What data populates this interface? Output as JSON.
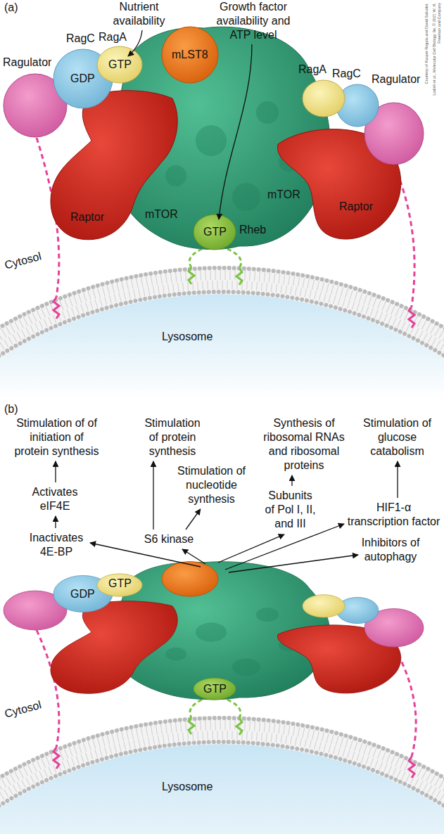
{
  "diagram": {
    "nodes": [
      {
        "text": [
          "Stimulation of of initiation of protein synthesis"
        ]
      },
      {
        "text": [
          "Stimulation of protein synthesis"
        ]
      },
      {
        "text": [
          "Synthesis of ribosomal RNAs and ribosomal proteins"
        ]
      },
      {
        "text": [
          "Stimulation of glucose catabolism"
        ]
      },
      {
        "text": [
          "Activates eIF4E"
        ]
      },
      {
        "text": [
          "Stimulation of nucleotide synthesis"
        ]
      },
      {
        "text": [
          "Subunits of Pol I, II, and III"
        ]
      },
      {
        "text": [
          "HIF1-α transcription factor"
        ]
      },
      {
        "text": [
          "Inactivates 4E-BP"
        ]
      },
      {
        "text": [
          "S6 kinase"
        ]
      },
      {
        "text": [
          "Inhibitors of autophagy"
        ]
      }
    ],
    "edges": [
      {
        "from": 8,
        "to": 4,
        "arrow": "to"
      },
      {
        "from": 4,
        "to": 0,
        "arrow": "to"
      },
      {
        "from": 9,
        "to": 1,
        "arrow": "to"
      },
      {
        "from": 9,
        "to": 5,
        "arrow": "to"
      },
      {
        "from": 6,
        "to": 2,
        "arrow": "to"
      },
      {
        "from": 7,
        "to": 3,
        "arrow": "to"
      }
    ],
    "labels": [
      "(a)",
      "Nutrient availability",
      "Growth factor availability and ATP level",
      "RagC",
      "RagA",
      "mLST8",
      "Ragulator",
      "GTP",
      "GDP",
      "RagA",
      "RagC",
      "Ragulator",
      "Raptor",
      "mTOR",
      "GTP",
      "Rheb",
      "mTOR",
      "Raptor",
      "Cytosol",
      "Lysosome",
      "Courtesy of Kacper Rogala and David Sabatini.",
      "Lodish et al., Molecular Cell Biology, 9e, © 2021 W. H. Freeman and Company",
      "(b)",
      "GDP",
      "GTP",
      "GTP",
      "Cytosol",
      "Lysosome"
    ]
  }
}
